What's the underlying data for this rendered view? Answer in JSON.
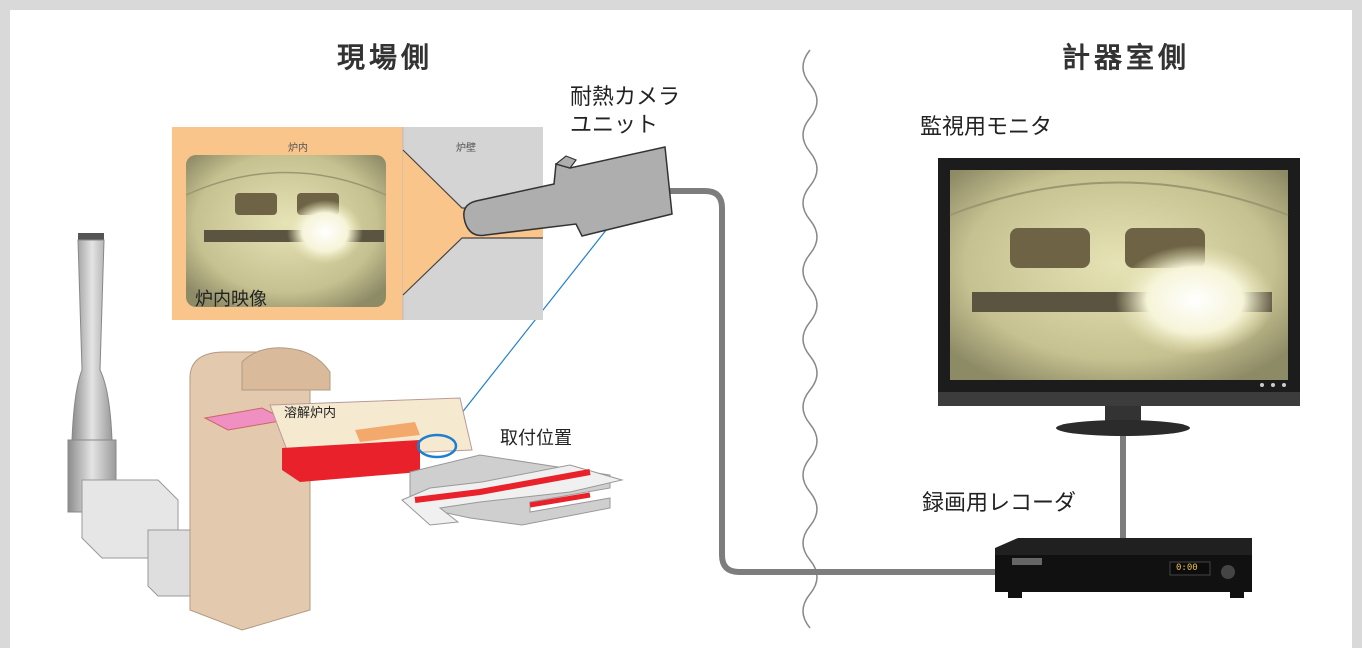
{
  "left_side": {
    "title": "現場側"
  },
  "right_side": {
    "title": "計器室側"
  },
  "camera": {
    "line1": "耐熱カメラ",
    "line2": "ユニット"
  },
  "inset": {
    "furnace_inside_label": "炉内",
    "furnace_wall_label": "炉壁",
    "video_label": "炉内映像"
  },
  "furnace": {
    "melting_label": "溶解炉内",
    "mount_label": "取付位置"
  },
  "monitor": {
    "label": "監視用モニタ"
  },
  "recorder": {
    "label": "録画用レコーダ",
    "display": "0:00"
  },
  "colors": {
    "accent": "#e8212a",
    "inset_bg": "#f9c58b",
    "cable": "#7d7d7d",
    "link_line": "#1e7fd0"
  }
}
